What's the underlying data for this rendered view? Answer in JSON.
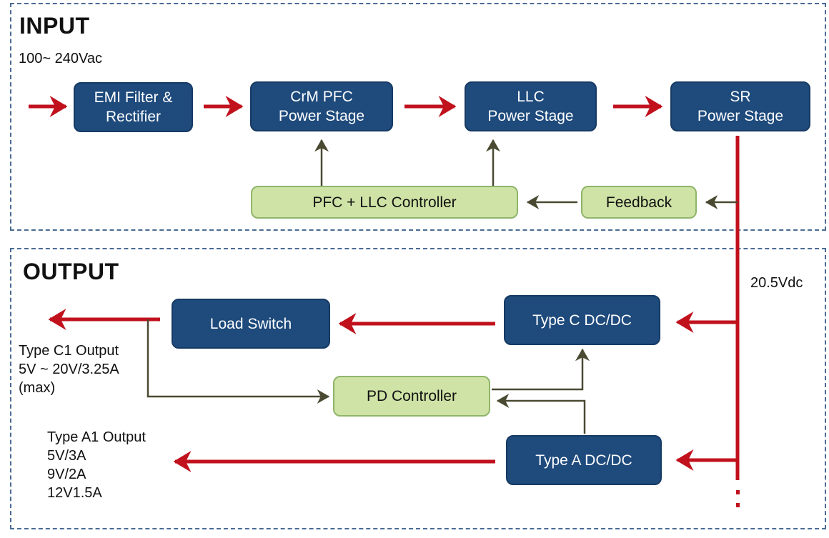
{
  "sections": {
    "input_title": "INPUT",
    "output_title": "OUTPUT"
  },
  "labels": {
    "input_voltage": "100~ 240Vac",
    "bus_voltage": "20.5Vdc",
    "type_c1_output": "Type C1 Output\n5V ~ 20V/3.25A\n(max)",
    "type_a1_output": "Type A1 Output\n5V/3A\n9V/2A\n12V1.5A"
  },
  "blocks": {
    "emi_filter": "EMI Filter &\nRectifier",
    "crm_pfc": "CrM PFC\nPower Stage",
    "llc": "LLC\nPower Stage",
    "sr": "SR\nPower Stage",
    "pfc_llc_controller": "PFC + LLC  Controller",
    "feedback": "Feedback",
    "load_switch": "Load Switch",
    "type_c_dcdc": "Type C DC/DC",
    "pd_controller": "PD Controller",
    "type_a_dcdc": "Type A DC/DC"
  },
  "colors": {
    "power_path": "#c0111d",
    "signal_path": "#4a4a32",
    "block_blue": "#1e4a7c",
    "block_green": "#cfe3a6",
    "frame_dash": "#4a6c94"
  }
}
